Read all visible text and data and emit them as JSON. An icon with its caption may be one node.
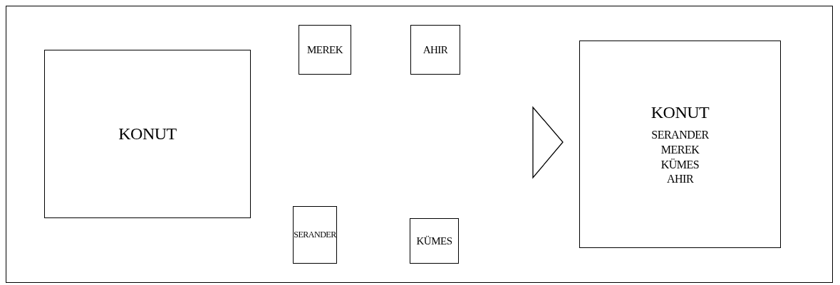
{
  "diagram": {
    "nodes": [
      {
        "text": [
          "KONUT"
        ]
      },
      {
        "text": [
          "MEREK"
        ]
      },
      {
        "text": [
          "AHIR"
        ]
      },
      {
        "text": [
          "SERANDER"
        ]
      },
      {
        "text": [
          "KÜMES"
        ]
      },
      {
        "text": [
          "KONUT",
          "SERANDER",
          "MEREK",
          "KÜMES",
          "AHIR"
        ]
      }
    ]
  }
}
